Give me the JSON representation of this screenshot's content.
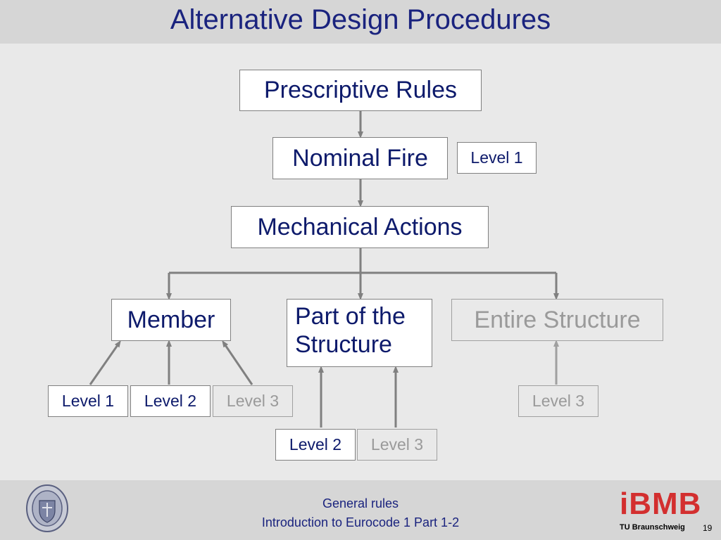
{
  "header": {
    "title": "Alternative Design Procedures"
  },
  "diagram": {
    "prescriptive": "Prescriptive Rules",
    "nominal_fire": "Nominal Fire",
    "nominal_level": "Level 1",
    "mechanical": "Mechanical Actions",
    "member": "Member",
    "part_line1": "Part of the",
    "part_line2": "Structure",
    "entire": "Entire Structure",
    "member_levels": [
      "Level 1",
      "Level 2",
      "Level 3"
    ],
    "part_levels": [
      "Level 2",
      "Level 3"
    ],
    "entire_levels": [
      "Level 3"
    ]
  },
  "footer": {
    "line1": "General rules",
    "line2": "Introduction to Eurocode 1 Part 1-2",
    "logo": "iBMB",
    "logo_sub": "TU Braunschweig",
    "page": "19"
  }
}
